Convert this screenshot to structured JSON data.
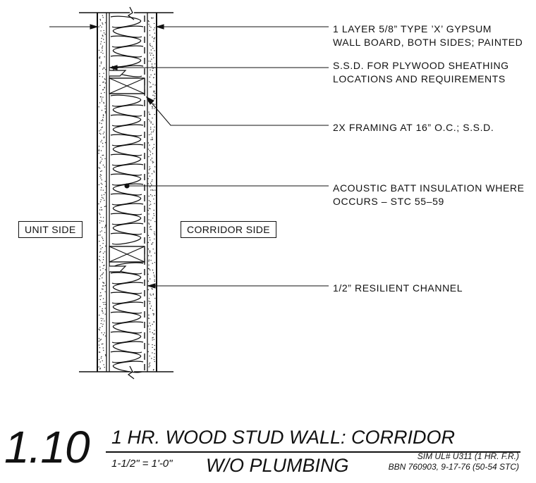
{
  "notes": [
    {
      "line1": "1 LAYER 5/8” TYPE ’X’ GYPSUM",
      "line2": "WALL BOARD, BOTH SIDES; PAINTED"
    },
    {
      "line1": "S.S.D. FOR PLYWOOD SHEATHING",
      "line2": "LOCATIONS AND REQUIREMENTS"
    },
    {
      "line1": "2X FRAMING AT 16” O.C.; S.S.D.",
      "line2": ""
    },
    {
      "line1": "ACOUSTIC BATT INSULATION WHERE",
      "line2": "OCCURS – STC 55–59"
    },
    {
      "line1": "1/2” RESILIENT CHANNEL",
      "line2": ""
    }
  ],
  "side_labels": {
    "left": "UNIT SIDE",
    "right": "CORRIDOR SIDE"
  },
  "title_block": {
    "detail_number": "1.10",
    "title": "1 HR. WOOD STUD WALL: CORRIDOR",
    "subtitle": "W/O PLUMBING",
    "scale": "1-1/2\" = 1'-0\"",
    "reference_1": "SIM UL# U311 (1 HR. F.R.)",
    "reference_2": "BBN 760903, 9-17-76 (50-54 STC)"
  }
}
